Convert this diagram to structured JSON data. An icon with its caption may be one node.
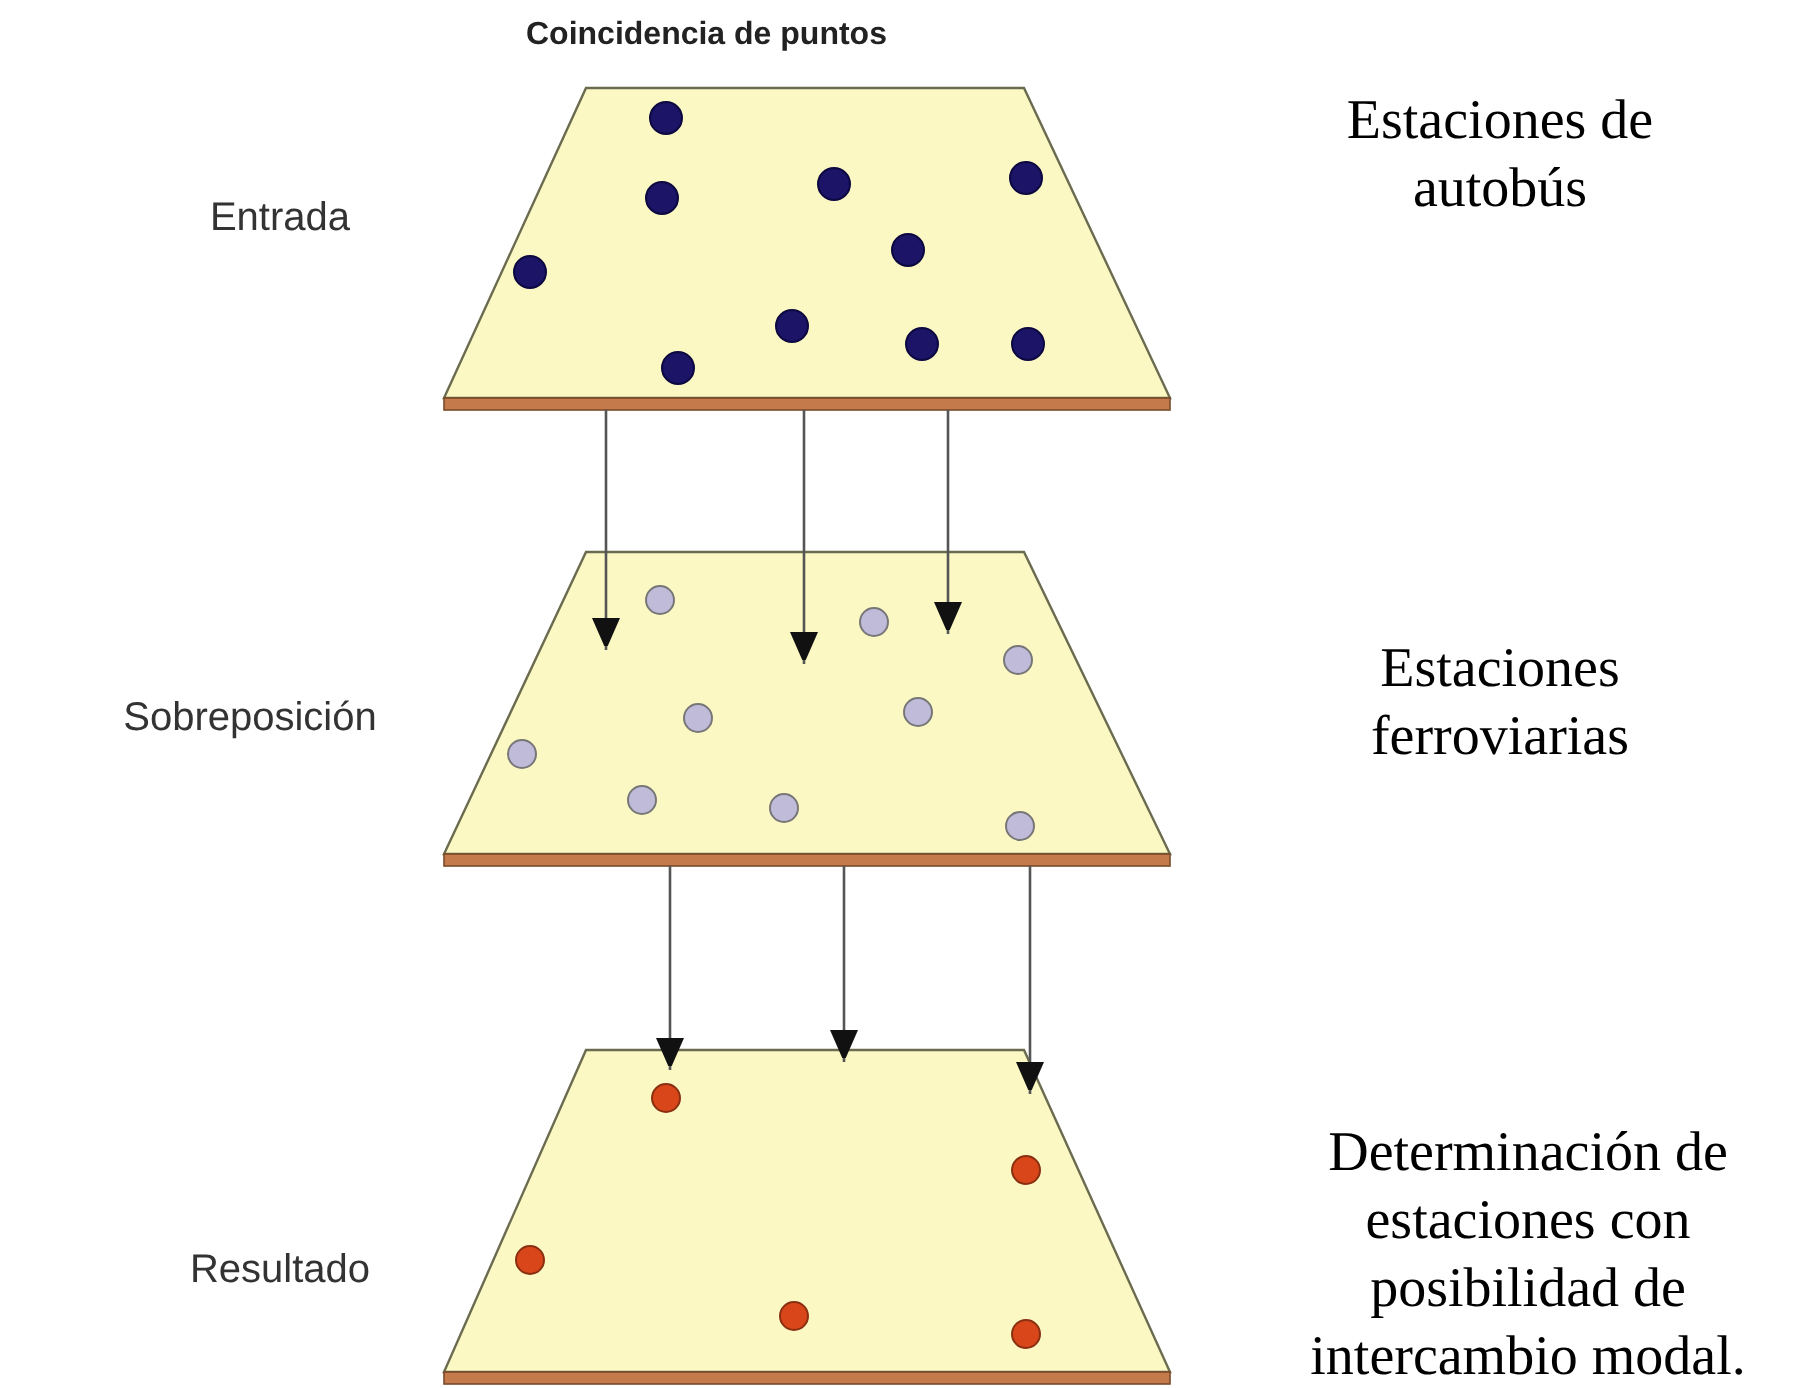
{
  "diagram": {
    "title": "Coincidencia de puntos",
    "nodes": [
      {
        "text": [],
        "shape": "trapezoid",
        "beside": [
          "Entrada",
          "Estaciones de autobús"
        ]
      },
      {
        "text": [],
        "shape": "trapezoid",
        "beside": [
          "Sobreposición",
          "Estaciones ferroviarias"
        ]
      },
      {
        "text": [],
        "shape": "trapezoid",
        "beside": [
          "Resultado",
          "Determinación de estaciones con posibilidad de intercambio modal."
        ]
      }
    ],
    "edges": [
      {
        "from": 0,
        "to": 1,
        "arrow": "to"
      },
      {
        "from": 0,
        "to": 1,
        "arrow": "to"
      },
      {
        "from": 0,
        "to": 1,
        "arrow": "to"
      },
      {
        "from": 1,
        "to": 2,
        "arrow": "to"
      },
      {
        "from": 1,
        "to": 2,
        "arrow": "to"
      },
      {
        "from": 1,
        "to": 2,
        "arrow": "to"
      }
    ]
  }
}
